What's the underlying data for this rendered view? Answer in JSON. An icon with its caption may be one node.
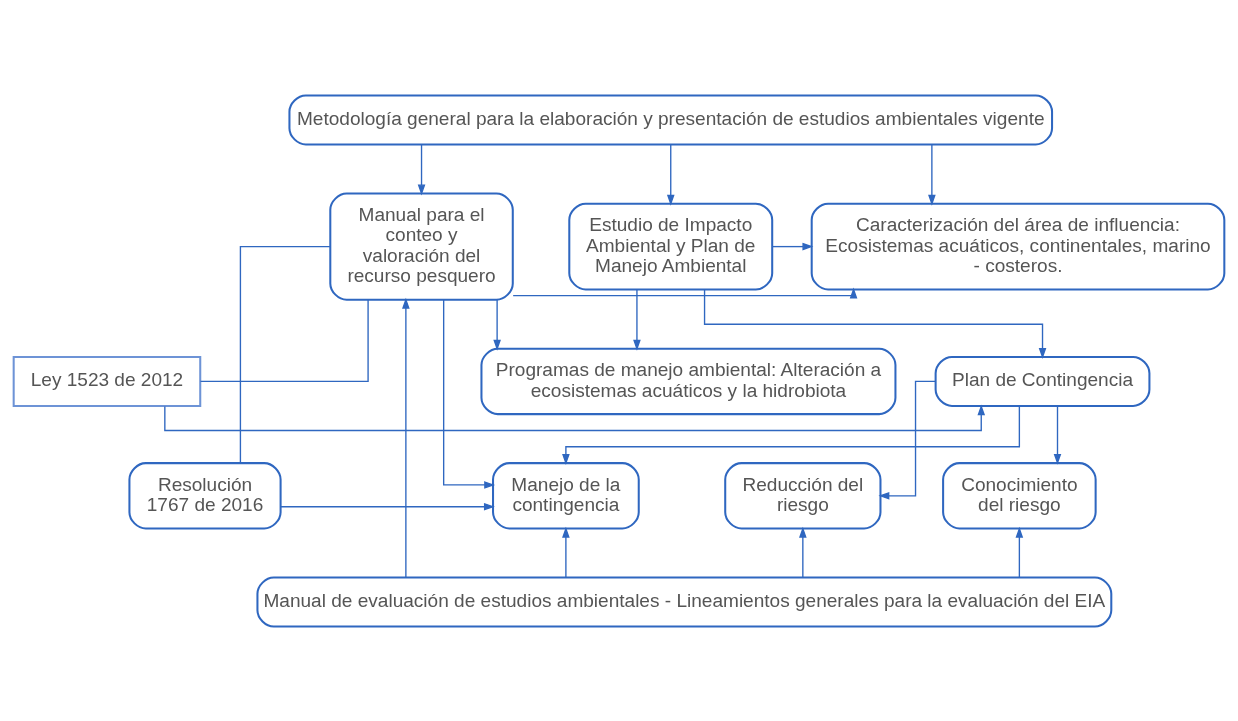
{
  "diagram": {
    "nodes": [
      {
        "text": [
          "Metodología general para la elaboración y presentación de estudios ambientales vigente"
        ]
      },
      {
        "text": [
          "Estudio de Impacto Ambiental y Plan de Manejo Ambiental"
        ]
      },
      {
        "text": [
          "Caracterización del área de influencia: Ecosistemas acuáticos, continentales, marino - costeros."
        ]
      },
      {
        "text": [
          "Programas de manejo ambiental: Alteración a ecosistemas acuáticos y la hidrobiota"
        ]
      },
      {
        "text": [
          "Plan de Contingencia"
        ]
      },
      {
        "text": [
          "Manual para el conteo y valoración del recurso pesquero"
        ]
      },
      {
        "text": [
          "Ley 1523 de 2012"
        ]
      },
      {
        "text": [
          "Conocimiento del riesgo"
        ]
      },
      {
        "text": [
          "Reducción del riesgo"
        ]
      },
      {
        "text": [
          "Manejo de la contingencia"
        ]
      },
      {
        "text": [
          "Resolución 1767 de 2016"
        ]
      },
      {
        "text": [
          "Manual de evaluación de estudios ambientales - Lineamientos generales para la evaluación del EIA"
        ]
      }
    ],
    "edges": [
      {
        "from": 0,
        "to": 1,
        "arrow": "to"
      },
      {
        "from": 0,
        "to": 2,
        "arrow": "to"
      },
      {
        "from": 0,
        "to": 5,
        "arrow": "to"
      },
      {
        "from": 1,
        "to": 2,
        "arrow": "to"
      },
      {
        "from": 1,
        "to": 3,
        "arrow": "to"
      },
      {
        "from": 1,
        "to": 4,
        "arrow": "to"
      },
      {
        "from": 5,
        "to": 2,
        "arrow": "to"
      },
      {
        "from": 5,
        "to": 3,
        "arrow": "to"
      },
      {
        "from": 5,
        "to": 9,
        "arrow": "to"
      },
      {
        "from": 5,
        "to": 6,
        "arrow": "none"
      },
      {
        "from": 6,
        "to": 4,
        "arrow": "to"
      },
      {
        "from": 4,
        "to": 7,
        "arrow": "to"
      },
      {
        "from": 4,
        "to": 8,
        "arrow": "to"
      },
      {
        "from": 4,
        "to": 9,
        "arrow": "to"
      },
      {
        "from": 5,
        "to": 10,
        "arrow": "none"
      },
      {
        "from": 10,
        "to": 9,
        "arrow": "to"
      },
      {
        "from": 11,
        "to": 7,
        "arrow": "to"
      },
      {
        "from": 11,
        "to": 8,
        "arrow": "to"
      },
      {
        "from": 11,
        "to": 9,
        "arrow": "to"
      },
      {
        "from": 11,
        "to": 5,
        "arrow": "to"
      }
    ]
  }
}
